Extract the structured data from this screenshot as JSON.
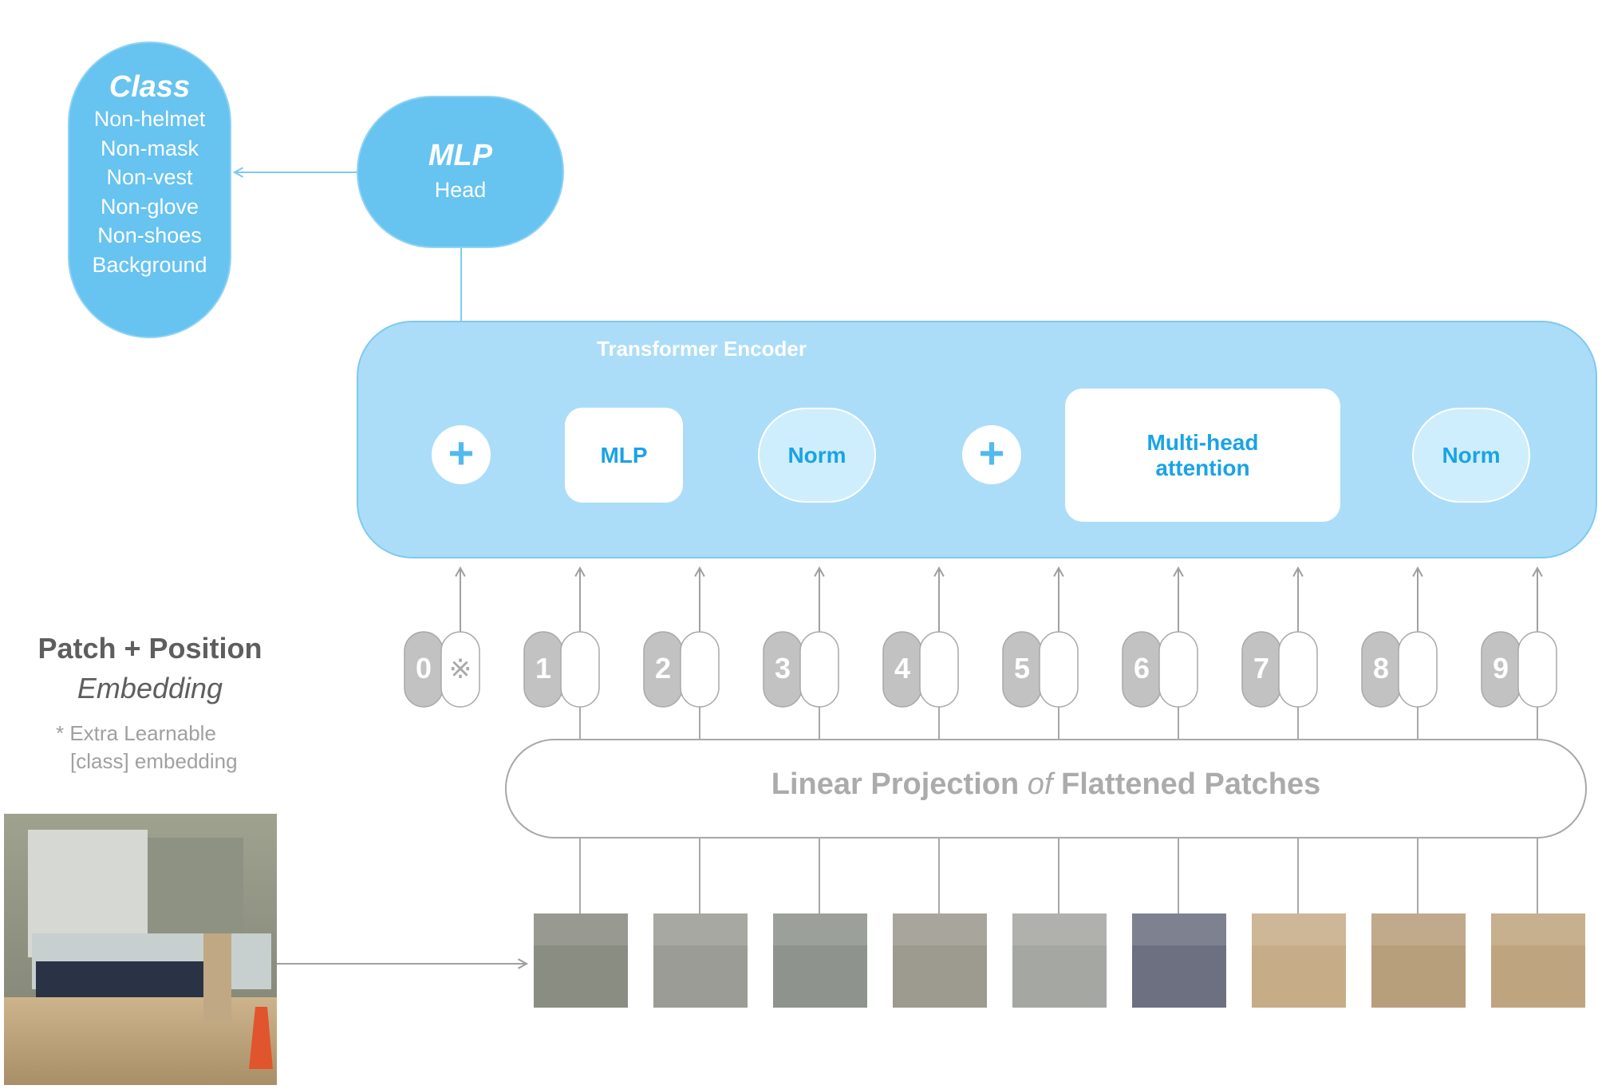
{
  "classifier": {
    "title": "Class",
    "items": [
      "Non-helmet",
      "Non-mask",
      "Non-vest",
      "Non-glove",
      "Non-shoes",
      "Background"
    ]
  },
  "mlp_head": {
    "title": "MLP",
    "subtitle": "Head"
  },
  "encoder": {
    "title": "Transformer Encoder",
    "mlp_label": "MLP",
    "norm1_label": "Norm",
    "norm2_label": "Norm",
    "attention_label_line1": "Multi-head",
    "attention_label_line2": "attention",
    "plus_symbol": "+"
  },
  "embedding": {
    "title": "Patch + Position",
    "subtitle": "Embedding",
    "note_line1": "* Extra Learnable",
    "note_line2": "[class] embedding",
    "class_token_marker": "※",
    "tokens": [
      "0",
      "1",
      "2",
      "3",
      "4",
      "5",
      "6",
      "7",
      "8",
      "9"
    ]
  },
  "projection": {
    "part1": "Linear Projection ",
    "part2": "of",
    "part3": " Flattened Patches"
  },
  "colors": {
    "accent_blue": "#67c3f0",
    "encoder_fill": "#abddf8",
    "text_blue": "#1aa3e6",
    "token_gray": "#c2c2c2",
    "line_gray": "#a8a8a8"
  }
}
